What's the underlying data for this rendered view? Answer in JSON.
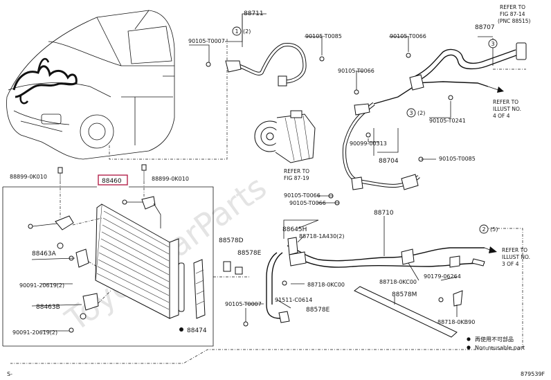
{
  "watermark": "ToyotaCarParts",
  "labels": {
    "p88711": "88711",
    "p90105_T0007_a": "90105-T0007",
    "c1a": "(2)",
    "p90105_T0085_a": "90105-T0085",
    "p90105_T0066_a": "90105-T0066",
    "p90105_T0066_b": "90105-T0066",
    "p88707": "88707",
    "p90105_T0241": "90105-T0241",
    "c3a": "(2)",
    "p90099_00313": "90099-00313",
    "p88704": "88704",
    "p90105_T0085_b": "90105-T0085",
    "p90105_T0066_c": "90105-T0066",
    "p90105_T0066_d": "90105-T0066",
    "p88710": "88710",
    "c2a": "(5)",
    "p88899_0K010_a": "88899-0K010",
    "p88460": "88460",
    "p88899_0K010_b": "88899-0K010",
    "p88463A": "88463A",
    "p90091_20619_a": "90091-20619(2)",
    "p88463B": "88463B",
    "p90091_20619_b": "90091-20619(2)",
    "p88474": "88474",
    "p88578D": "88578D",
    "p88578E_a": "88578E",
    "p88645H": "88645H",
    "p88718_1A430": "88718-1A430(2)",
    "p88718_0KC00_a": "88718-0KC00",
    "p88718_0KC00_b": "88718-0KC00",
    "p90179_06264": "90179-06264",
    "p90105_T0007_b": "90105-T0007",
    "p91511_C0614": "91511-C0614",
    "p88578E_b": "88578E",
    "p88578M": "88578M",
    "p88718_0KB90": "88718-0KB90",
    "fig_number": "879539F",
    "corner_mark": "S-"
  },
  "callouts": {
    "c1": "1",
    "c2": "2",
    "c3": "3",
    "c3b": "3"
  },
  "references": {
    "ref_top_l1": "REFER TO",
    "ref_top_l2": "FIG 87-14",
    "ref_top_l3": "(PNC 88515)",
    "ref_illust4_l1": "REFER TO",
    "ref_illust4_l2": "ILLUST NO.",
    "ref_illust4_l3": "4 OF 4",
    "ref_fig8719_l1": "REFER TO",
    "ref_fig8719_l2": "FIG 87-19",
    "ref_illust3_l1": "REFER TO",
    "ref_illust3_l2": "ILLUST NO.",
    "ref_illust3_l3": "3 OF 4"
  },
  "legend": {
    "non_reusable_jp": "再使用不可部品",
    "non_reusable_en": "Non-reusable part"
  },
  "colors": {
    "highlight_box": "#b3214a",
    "line": "#111111",
    "watermark": "#e4e4e4"
  }
}
